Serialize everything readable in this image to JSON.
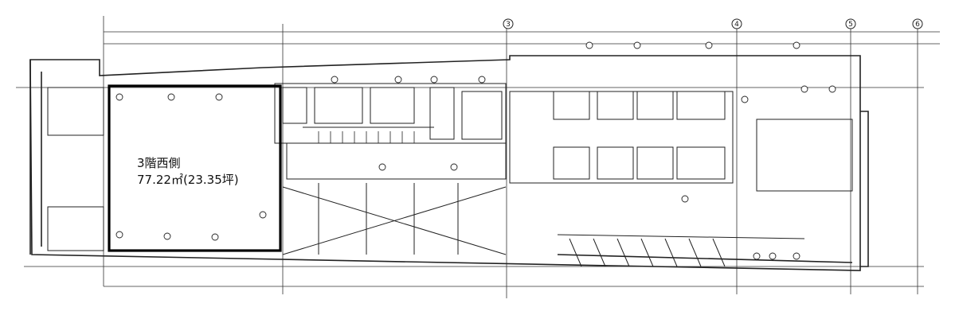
{
  "drawing": {
    "unit_label": {
      "floor_name": "3階西側",
      "area_text": "77.22㎡(23.35坪)"
    },
    "grid_markers": [
      "3",
      "4",
      "5",
      "6"
    ],
    "colors": {
      "line": "#222222",
      "highlight": "#000000",
      "background": "#ffffff"
    }
  }
}
